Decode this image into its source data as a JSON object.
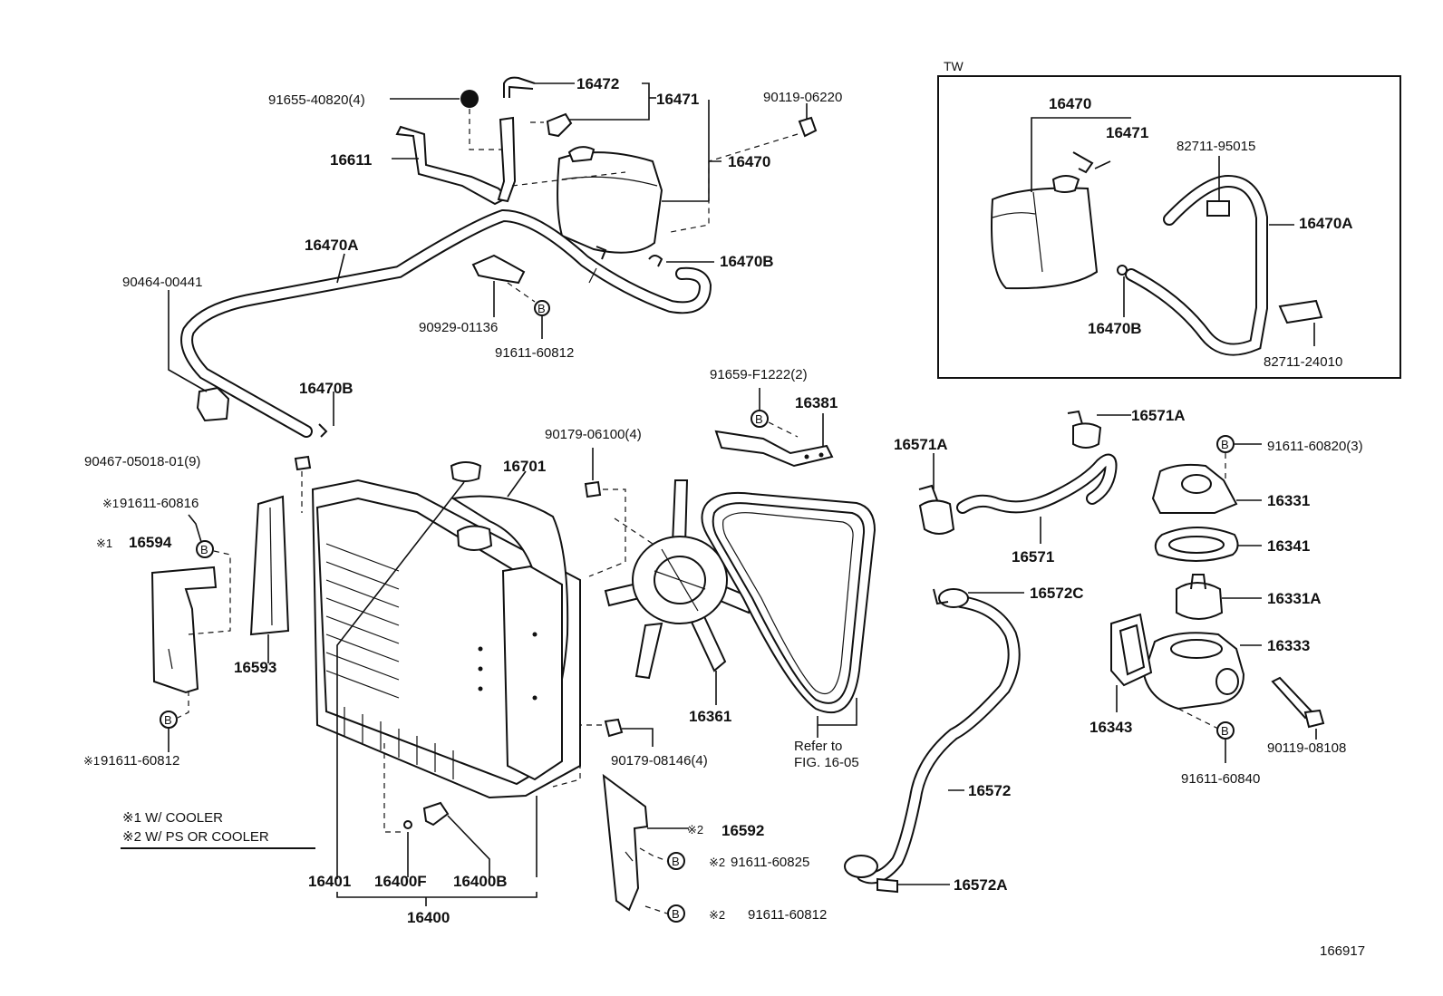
{
  "tw_box": {
    "title": "TW"
  },
  "labels": {
    "l_91655": "91655-40820(4)",
    "l_16472": "16472",
    "l_16471": "16471",
    "l_90119_06220": "90119-06220",
    "l_16611": "16611",
    "l_16470": "16470",
    "l_16470A": "16470A",
    "l_90464": "90464-00441",
    "l_16470B_top": "16470B",
    "l_90929": "90929-01136",
    "l_91611_60812_top": "91611-60812",
    "l_16470B_left": "16470B",
    "l_91659": "91659-F1222(2)",
    "l_16381": "16381",
    "l_90179_06100": "90179-06100(4)",
    "l_16701": "16701",
    "l_90467": "90467-05018-01(9)",
    "l_91611_60816": "91611-60816",
    "l_16594": "16594",
    "l_16593": "16593",
    "l_91611_60812_left": "91611-60812",
    "l_16361": "16361",
    "l_90179_08146": "90179-08146(4)",
    "l_refer1": "Refer to",
    "l_refer2": "FIG. 16-05",
    "l_16571A_top": "16571A",
    "l_16571A_left": "16571A",
    "l_16571": "16571",
    "l_91611_60820": "91611-60820(3)",
    "l_16331": "16331",
    "l_16341": "16341",
    "l_16572C": "16572C",
    "l_16331A": "16331A",
    "l_16333": "16333",
    "l_16343": "16343",
    "l_90119_08108": "90119-08108",
    "l_91611_60840": "91611-60840",
    "l_16572": "16572",
    "l_16572A": "16572A",
    "l_16592": "16592",
    "l_91611_60825": "91611-60825",
    "l_91611_60812_bot": "91611-60812",
    "l_16401": "16401",
    "l_16400F": "16400F",
    "l_16400B": "16400B",
    "l_16400": "16400",
    "l_tw_16470": "16470",
    "l_tw_16471": "16471",
    "l_tw_82711_95015": "82711-95015",
    "l_tw_16470A": "16470A",
    "l_tw_16470B": "16470B",
    "l_tw_82711_24010": "82711-24010",
    "fig_number": "166917"
  },
  "markers": {
    "ref_mark_1": "※1",
    "ref_mark_2": "※2",
    "bolt_symbol": "B"
  },
  "legend": {
    "note1": "※1 W/ COOLER",
    "note2": "※2 W/ PS OR COOLER"
  },
  "icons": {
    "bolt_circle": "circled-b-icon",
    "dot_marker": "filled-circle-icon"
  },
  "colors": {
    "ink": "#111111",
    "paper": "#ffffff"
  }
}
